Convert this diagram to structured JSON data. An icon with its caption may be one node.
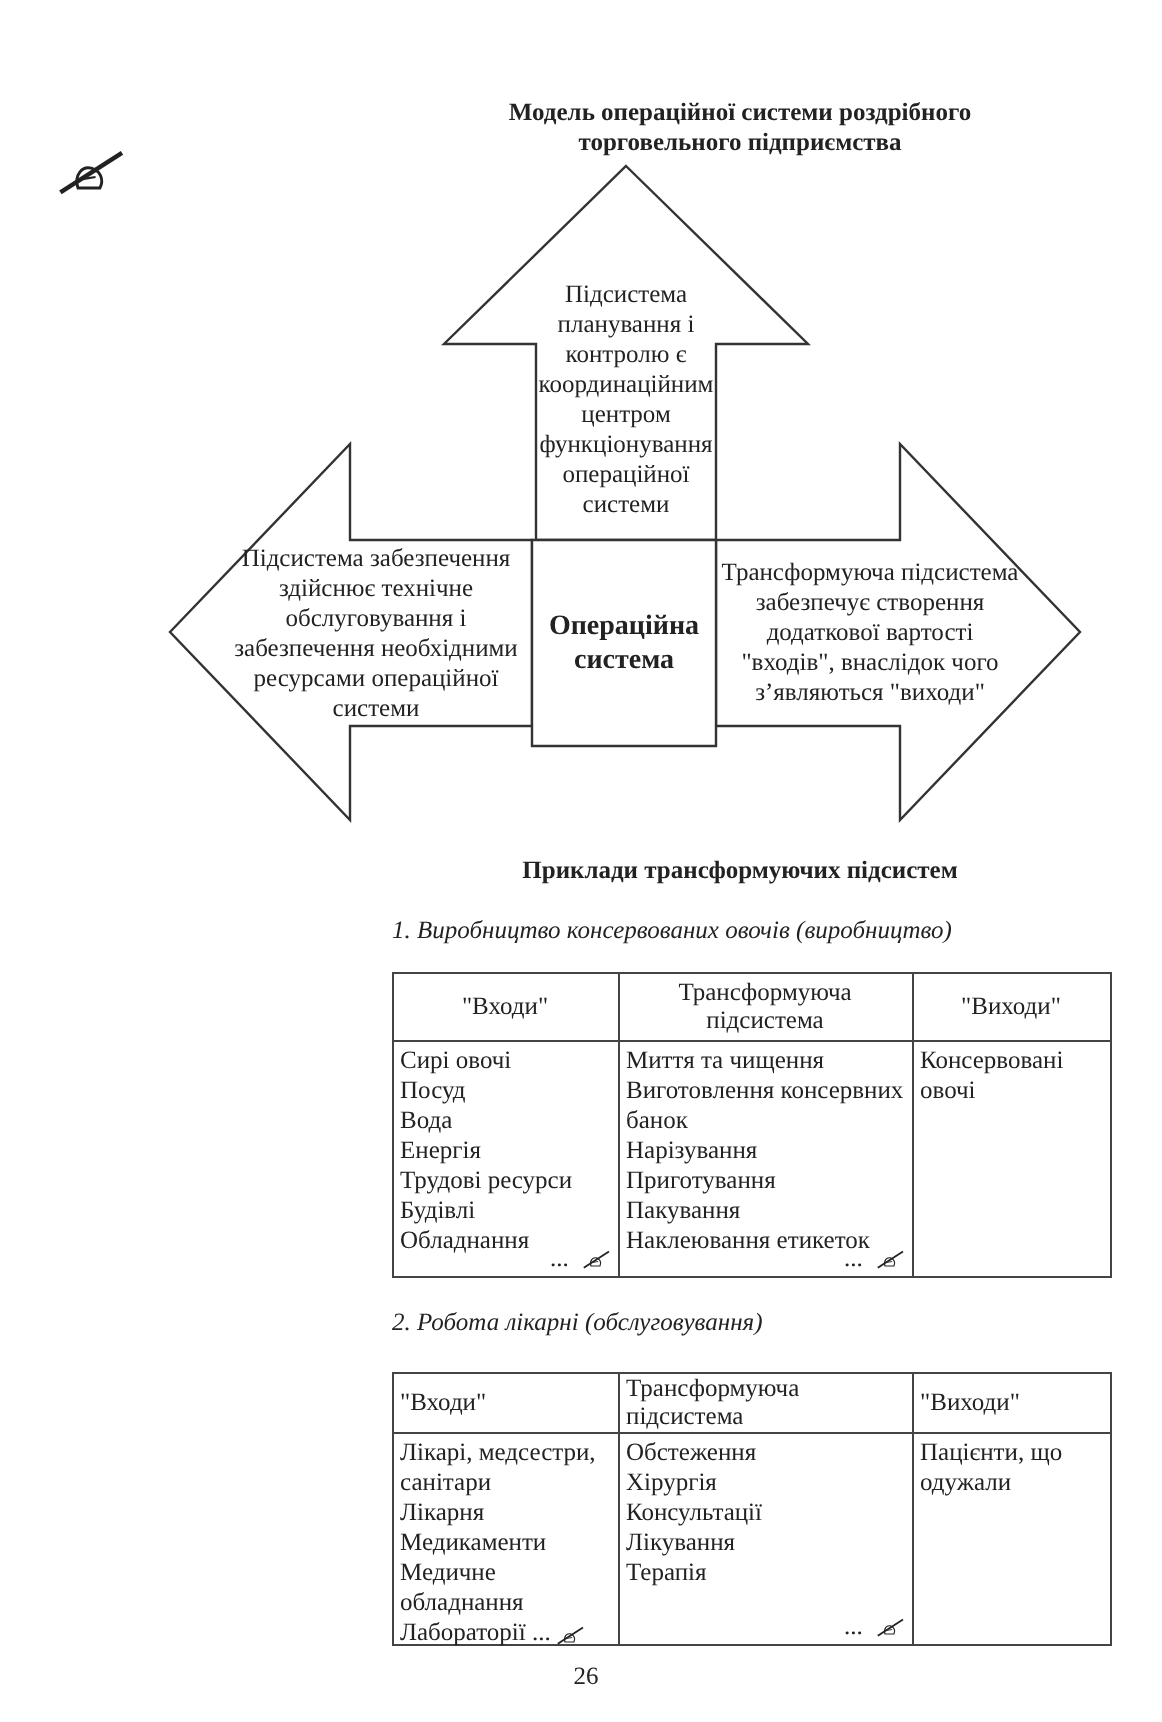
{
  "diagram": {
    "title": "Модель операційної системи роздрібного торговельного підприємства",
    "nodes": [
      {
        "text": [
          "Підсистема планування і контролю є координаційним центром функціонування операційної системи"
        ]
      },
      {
        "text": [
          "Підсистема забезпечення здійснює технічне обслуговування і забезпечення необхідними ресурсами операційної системи"
        ]
      },
      {
        "text": [
          "Операційна система"
        ]
      },
      {
        "text": [
          "Трансформуюча підсистема забезпечує створення додаткової вартості \"входів\", внаслідок чого з’являються \"виходи\""
        ]
      }
    ],
    "edges": [],
    "labels": [
      "Приклади трансформуючих підсистем",
      "1. Виробництво консервованих овочів (виробництво)",
      "\"Входи\"",
      "Трансформуюча підсистема",
      "\"Виходи\"",
      "Сирі овочі",
      "Посуд",
      "Вода",
      "Енергія",
      "Трудові ресурси",
      "Будівлі",
      "Обладнання",
      "...",
      "Миття та чищення",
      "Виготовлення консервних банок",
      "Нарізування",
      "Приготування",
      "Пакування",
      "Наклеювання етикеток",
      "...",
      "Консервовані овочі",
      "2. Робота лікарні (обслуговування)",
      "\"Входи\"",
      "Трансформуюча підсистема",
      "\"Виходи\"",
      "Лікарі, медсестри, санітари",
      "Лікарня",
      "Медикаменти",
      "Медичне обладнання",
      "Лабораторії ...",
      "Обстеження",
      "Хірургія",
      "Консультації",
      "Лікування",
      "Терапія",
      "...",
      "Пацієнти, що одужали",
      "26"
    ]
  }
}
